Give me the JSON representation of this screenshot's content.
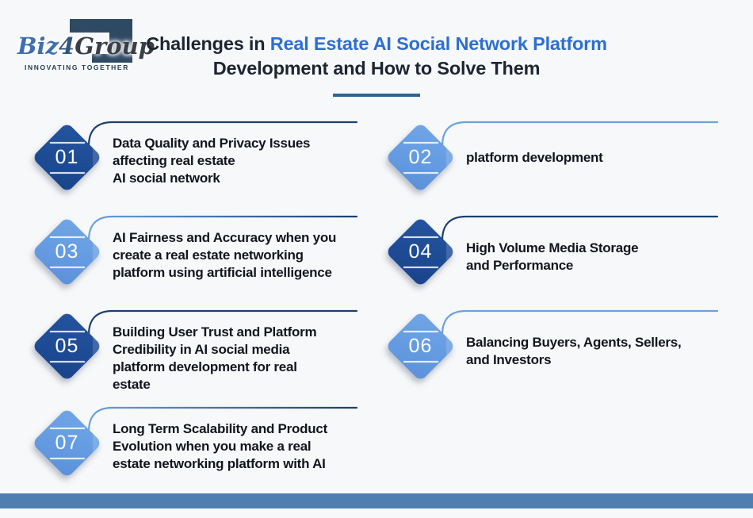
{
  "logo": {
    "brand_prefix": "Biz",
    "brand_digit": "4",
    "brand_suffix": "Group",
    "tagline": "INNOVATING TOGETHER"
  },
  "header": {
    "title_prefix": "Challenges in ",
    "title_highlight": "Real Estate AI Social Network Platform",
    "title_line2": "Development and How to Solve Them"
  },
  "palette": {
    "background": "#f7f8fa",
    "title_text": "#1d2532",
    "title_highlight": "#2d6fd1",
    "underline": "#30628f",
    "diamond_dark": "#1d4b94",
    "diamond_light": "#639ae0",
    "line_dark": "#1c4070",
    "line_light": "#6aa2de",
    "body_text": "#11151c",
    "footer_bar": "#4e7fb0",
    "logo_navy": "#2e4a63"
  },
  "challenges": [
    {
      "number": "01",
      "tone": "dark",
      "text": "Data Quality and Privacy Issues\naffecting real estate\nAI social network"
    },
    {
      "number": "02",
      "tone": "light",
      "text": "platform development"
    },
    {
      "number": "03",
      "tone": "light",
      "text": "AI Fairness and Accuracy when you\ncreate a real estate networking\nplatform using artificial intelligence"
    },
    {
      "number": "04",
      "tone": "dark",
      "text": "High Volume Media Storage\nand Performance"
    },
    {
      "number": "05",
      "tone": "dark",
      "text": "Building User Trust and Platform\nCredibility in AI social media\nplatform development for real\nestate"
    },
    {
      "number": "06",
      "tone": "light",
      "text": "Balancing Buyers, Agents, Sellers,\nand Investors"
    },
    {
      "number": "07",
      "tone": "light",
      "text": "Long Term Scalability and Product\nEvolution when you make a real\nestate networking platform with AI"
    }
  ]
}
